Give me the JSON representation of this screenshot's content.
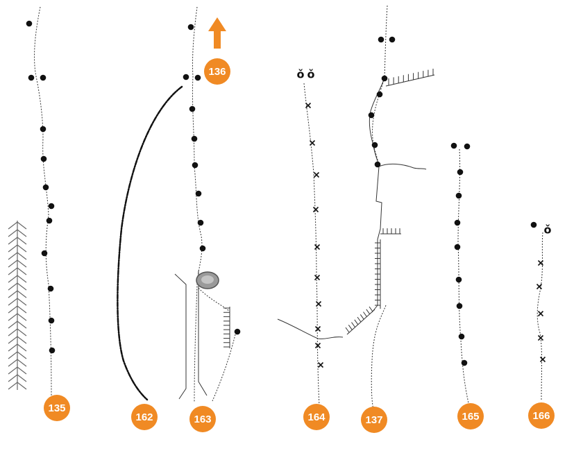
{
  "colors": {
    "badge": "#f08a24",
    "badge_text": "#ffffff",
    "ink": "#111111",
    "boulder": "#9a9a9a"
  },
  "icons": {
    "up_arrow": "up-arrow-icon",
    "bolt": "bolt-dot-icon",
    "cross": "cross-marker-icon",
    "lower_off": "lower-off-rings-icon",
    "boulder": "boulder-icon",
    "chevron": "chevron-column-icon"
  },
  "lower_off_glyph": "ǒ",
  "routes": [
    {
      "label": "135"
    },
    {
      "label": "162"
    },
    {
      "label": "163"
    },
    {
      "label": "136"
    },
    {
      "label": "164"
    },
    {
      "label": "137"
    },
    {
      "label": "165"
    },
    {
      "label": "166"
    }
  ]
}
